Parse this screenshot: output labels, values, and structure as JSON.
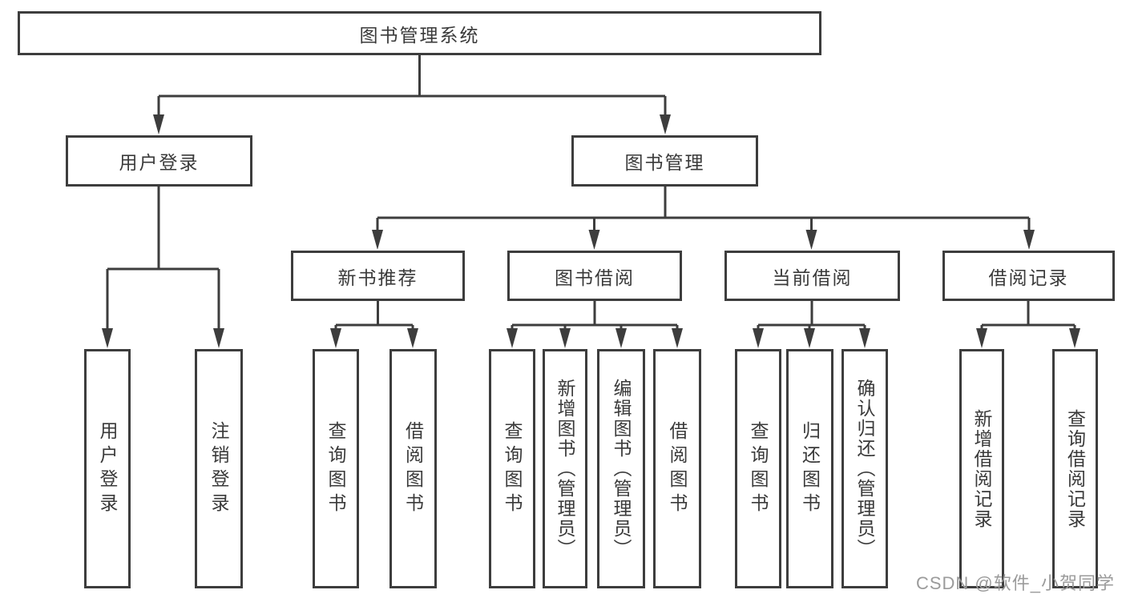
{
  "colors": {
    "line": "#3d3d3d",
    "box_border": "#3d3d3d",
    "text": "#3a3a3a",
    "background": "#ffffff",
    "watermark": "#9b9b9b"
  },
  "watermark": "CSDN @软件_小贺同学",
  "tree": {
    "root": {
      "label": "图书管理系统",
      "children": [
        {
          "label": "用户登录",
          "children": [
            {
              "label": "用户登录"
            },
            {
              "label": "注销登录"
            }
          ]
        },
        {
          "label": "图书管理",
          "children": [
            {
              "label": "新书推荐",
              "children": [
                {
                  "label": "查询图书"
                },
                {
                  "label": "借阅图书"
                }
              ]
            },
            {
              "label": "图书借阅",
              "children": [
                {
                  "label": "查询图书"
                },
                {
                  "label": "新增图书（管理员）"
                },
                {
                  "label": "编辑图书（管理员）"
                },
                {
                  "label": "借阅图书"
                }
              ]
            },
            {
              "label": "当前借阅",
              "children": [
                {
                  "label": "查询图书"
                },
                {
                  "label": "归还图书"
                },
                {
                  "label": "确认归还（管理员）"
                }
              ]
            },
            {
              "label": "借阅记录",
              "children": [
                {
                  "label": "新增借阅记录"
                },
                {
                  "label": "查询借阅记录"
                }
              ]
            }
          ]
        }
      ]
    }
  }
}
